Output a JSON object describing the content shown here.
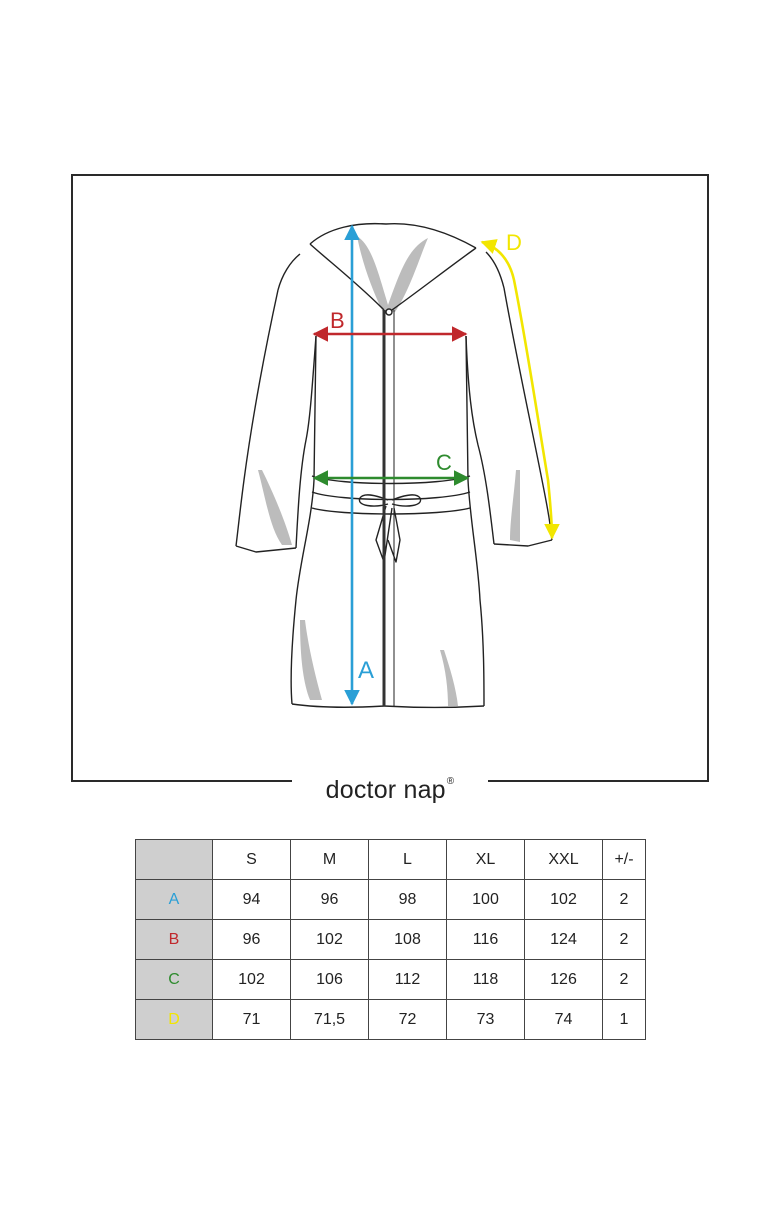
{
  "brand": {
    "name": "doctor nap",
    "mark": "®"
  },
  "diagram": {
    "labels": {
      "a": "A",
      "b": "B",
      "c": "C",
      "d": "D"
    },
    "colors": {
      "a": "#2a9fd6",
      "b": "#c0282c",
      "c": "#2e8b2e",
      "d": "#f2e600"
    }
  },
  "table": {
    "headers": [
      "S",
      "M",
      "L",
      "XL",
      "XXL"
    ],
    "tolerance_header": "+/-",
    "rows": [
      {
        "label": "A",
        "values": [
          "94",
          "96",
          "98",
          "100",
          "102"
        ],
        "tol": "2"
      },
      {
        "label": "B",
        "values": [
          "96",
          "102",
          "108",
          "116",
          "124"
        ],
        "tol": "2"
      },
      {
        "label": "C",
        "values": [
          "102",
          "106",
          "112",
          "118",
          "126"
        ],
        "tol": "2"
      },
      {
        "label": "D",
        "values": [
          "71",
          "71,5",
          "72",
          "73",
          "74"
        ],
        "tol": "1"
      }
    ]
  }
}
